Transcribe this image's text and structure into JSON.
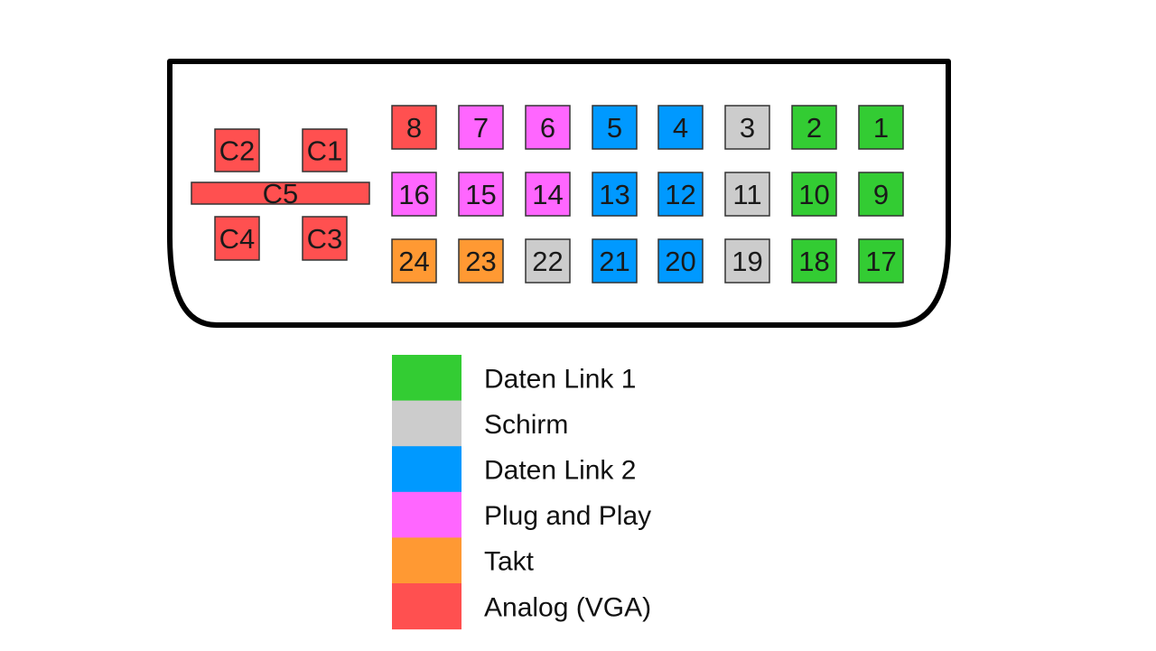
{
  "colors": {
    "green": "#33cc33",
    "gray": "#cccccc",
    "blue": "#0099ff",
    "pink": "#ff66ff",
    "orange": "#ff9933",
    "red": "#ff5050",
    "outline": "#000000"
  },
  "pins": [
    {
      "label": "8",
      "color": "red"
    },
    {
      "label": "7",
      "color": "pink"
    },
    {
      "label": "6",
      "color": "pink"
    },
    {
      "label": "5",
      "color": "blue"
    },
    {
      "label": "4",
      "color": "blue"
    },
    {
      "label": "3",
      "color": "gray"
    },
    {
      "label": "2",
      "color": "green"
    },
    {
      "label": "1",
      "color": "green"
    },
    {
      "label": "16",
      "color": "pink"
    },
    {
      "label": "15",
      "color": "pink"
    },
    {
      "label": "14",
      "color": "pink"
    },
    {
      "label": "13",
      "color": "blue"
    },
    {
      "label": "12",
      "color": "blue"
    },
    {
      "label": "11",
      "color": "gray"
    },
    {
      "label": "10",
      "color": "green"
    },
    {
      "label": "9",
      "color": "green"
    },
    {
      "label": "24",
      "color": "orange"
    },
    {
      "label": "23",
      "color": "orange"
    },
    {
      "label": "22",
      "color": "gray"
    },
    {
      "label": "21",
      "color": "blue"
    },
    {
      "label": "20",
      "color": "blue"
    },
    {
      "label": "19",
      "color": "gray"
    },
    {
      "label": "18",
      "color": "green"
    },
    {
      "label": "17",
      "color": "green"
    }
  ],
  "analog_pins": [
    {
      "label": "C2",
      "color": "red"
    },
    {
      "label": "C1",
      "color": "red"
    },
    {
      "label": "C5",
      "color": "red"
    },
    {
      "label": "C4",
      "color": "red"
    },
    {
      "label": "C3",
      "color": "red"
    }
  ],
  "legend": [
    {
      "label": "Daten Link 1",
      "color": "green"
    },
    {
      "label": "Schirm",
      "color": "gray"
    },
    {
      "label": "Daten Link 2",
      "color": "blue"
    },
    {
      "label": "Plug and Play",
      "color": "pink"
    },
    {
      "label": "Takt",
      "color": "orange"
    },
    {
      "label": "Analog (VGA)",
      "color": "red"
    }
  ]
}
